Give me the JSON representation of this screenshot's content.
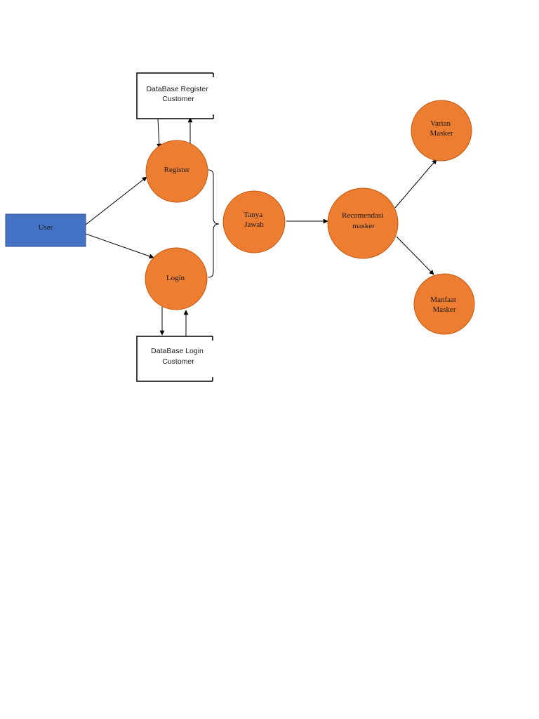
{
  "colors": {
    "process_fill": "#ED7D31",
    "process_stroke": "#C55A11",
    "entity_fill": "#4472C4",
    "entity_stroke": "#2F528F",
    "line": "#000000"
  },
  "entity": {
    "user": "User"
  },
  "processes": {
    "register": "Register",
    "login": "Login",
    "tanya_jawab": [
      "Tanya",
      "Jawab"
    ],
    "recomendasi": [
      "Recomendasi",
      "masker"
    ],
    "varian": [
      "Varian",
      "Masker"
    ],
    "manfaat": [
      "Manfaat",
      "Masker"
    ]
  },
  "stores": {
    "register_db": [
      "DataBase Register",
      "Customer"
    ],
    "login_db": [
      "DataBase Login",
      "Customer"
    ]
  }
}
